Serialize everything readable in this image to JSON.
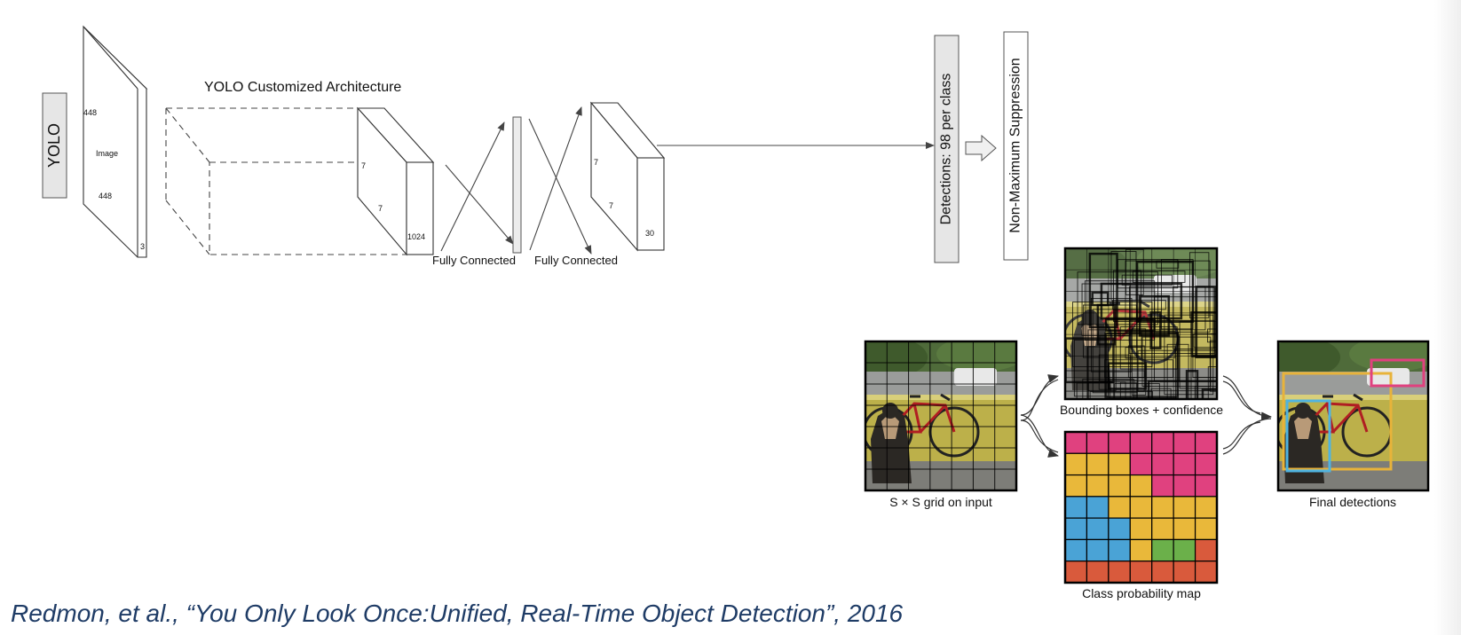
{
  "architecture": {
    "yolo_label": "YOLO",
    "title": "YOLO Customized Architecture",
    "input": {
      "height": "448",
      "width": "448",
      "caption": "Image",
      "depth": "3"
    },
    "conv_output": {
      "h": "7",
      "w": "7",
      "depth": "1024"
    },
    "fc_labels": [
      "Fully Connected",
      "Fully Connected"
    ],
    "output_tensor": {
      "h": "7",
      "w": "7",
      "depth": "30"
    },
    "detections_label": "Detections: 98 per class",
    "nms_label": "Non-Maximum Suppression"
  },
  "pipeline": {
    "grid_caption": "S × S grid on input",
    "bbox_caption": "Bounding boxes + confidence",
    "classprob_caption": "Class probability map",
    "final_caption": "Final detections",
    "class_colors": {
      "magenta": "#e0417f",
      "yellow": "#e9b83a",
      "blue": "#4aa3d6",
      "green": "#6bb04a",
      "red": "#d95a3c"
    },
    "class_map": [
      [
        "m",
        "m",
        "m",
        "m",
        "m",
        "m",
        "m"
      ],
      [
        "y",
        "y",
        "y",
        "m",
        "m",
        "m",
        "m"
      ],
      [
        "y",
        "y",
        "y",
        "y",
        "m",
        "m",
        "m"
      ],
      [
        "b",
        "b",
        "y",
        "y",
        "y",
        "y",
        "y"
      ],
      [
        "b",
        "b",
        "b",
        "y",
        "y",
        "y",
        "y"
      ],
      [
        "b",
        "b",
        "b",
        "y",
        "g",
        "g",
        "r"
      ],
      [
        "r",
        "r",
        "r",
        "r",
        "r",
        "r",
        "r"
      ]
    ],
    "final_box_colors": [
      "#e8b33a",
      "#4fb3e0",
      "#e0417f"
    ]
  },
  "citation": "Redmon, et al., “You Only Look Once:Unified, Real-Time Object Detection”, 2016"
}
